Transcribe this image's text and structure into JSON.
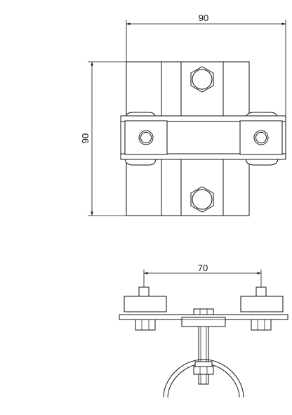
{
  "drawing": {
    "top_view": {
      "dim_width": "90",
      "dim_height": "90"
    },
    "front_view": {
      "dim_bolt_spacing": "70"
    }
  },
  "colors": {
    "line": "#111111",
    "background": "#ffffff"
  }
}
